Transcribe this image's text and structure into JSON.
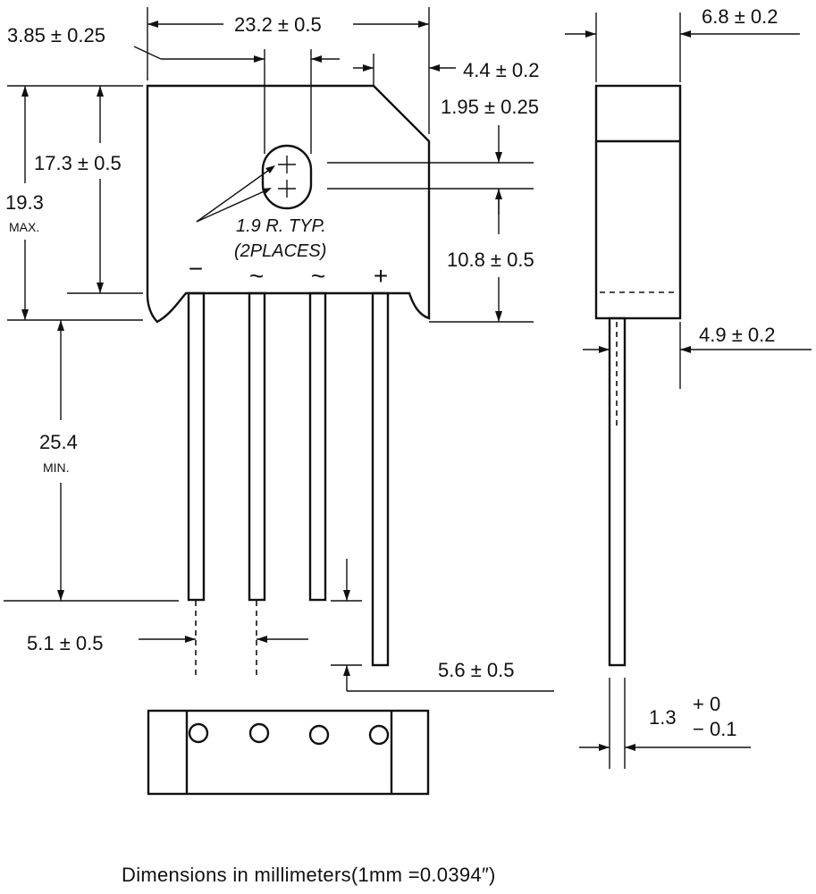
{
  "dimensions": {
    "d_3_85": "3.85  ± 0.25",
    "d_23_2": "23.2  ± 0.5",
    "d_4_4": "4.4  ± 0.2",
    "d_1_95": "1.95  ± 0.25",
    "d_6_8": "6.8  ± 0.2",
    "d_17_3": "17.3  ± 0.5",
    "d_19_3": "19.3",
    "d_19_3_note": "MAX.",
    "d_10_8": "10.8  ± 0.5",
    "d_4_9": "4.9  ± 0.2",
    "d_25_4": "25.4",
    "d_25_4_note": "MIN.",
    "d_5_1": "5.1  ± 0.5",
    "d_5_6": "5.6  ± 0.5",
    "d_1_3": "1.3",
    "d_1_3_plus": "+  0",
    "d_1_3_minus": "−  0.1"
  },
  "notes": {
    "radius_line1": "1.9 R. TYP.",
    "radius_line2": "(2PLACES)"
  },
  "pins": {
    "minus": "−",
    "ac1": "~",
    "ac2": "~",
    "plus": "+"
  },
  "caption": "Dimensions in millimeters(1mm =0.0394″)"
}
